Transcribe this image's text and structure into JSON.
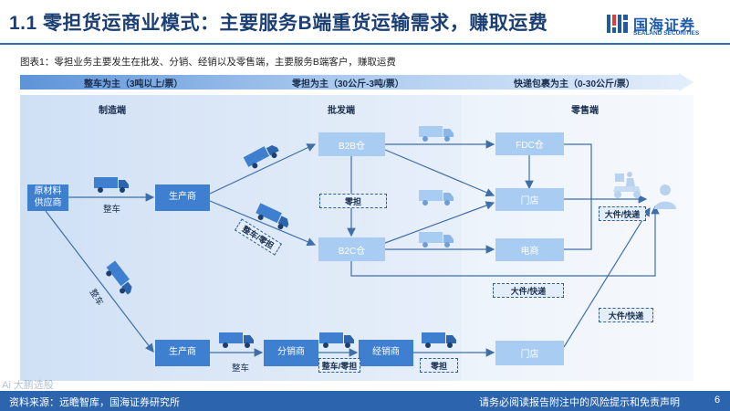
{
  "header": {
    "title": "1.1 零担货运商业模式：主要服务B端重货运输需求，赚取运费",
    "logo_cn": "国海证券",
    "logo_en": "SEALAND SECURITIES"
  },
  "caption": "图表1：零担业务主要发生在批发、分销、经销以及零售端，主要服务B端客户，赚取运费",
  "bands": {
    "left": "整车为主（3吨以上/票）",
    "middle": "零担为主（30公斤-3吨/票）",
    "right": "快递包裹为主（0-30公斤/票）"
  },
  "sections": {
    "manufacturing": "制造端",
    "wholesale": "批发端",
    "retail": "零售端"
  },
  "nodes": {
    "supplier": "原材料\n供应商",
    "producer_top": "生产商",
    "producer_bottom": "生产商",
    "b2b": "B2B仓",
    "b2c": "B2C仓",
    "fdc": "FDC仓",
    "store_top": "门店",
    "ecommerce": "电商",
    "distributor": "分销商",
    "dealer": "经销商",
    "store_bottom": "门店"
  },
  "labels": {
    "full_truck_1": "整车",
    "full_truck_diag": "整车",
    "full_truck_bottom": "整车",
    "full_or_ltl_diag": "整车/零担",
    "ltl_mid": "零担",
    "full_or_ltl_bottom": "整车/零担",
    "ltl_bottom": "零担",
    "bulky_express_1": "大件/快递",
    "bulky_express_2": "大件/快递",
    "bulky_express_3": "大件/快递"
  },
  "footer": {
    "source": "资料来源：远瞻智库，国海证券研究所",
    "disclaimer": "请务必阅读报告附注中的风险提示和免责声明",
    "page": "6",
    "watermark": "Ai 大鹏选股"
  },
  "colors": {
    "title": "#1c3f73",
    "node": "#3e7fd0",
    "node_light": "#a9cdf2",
    "arrow": "#3e6fa8",
    "footer": "#2c64ad"
  }
}
